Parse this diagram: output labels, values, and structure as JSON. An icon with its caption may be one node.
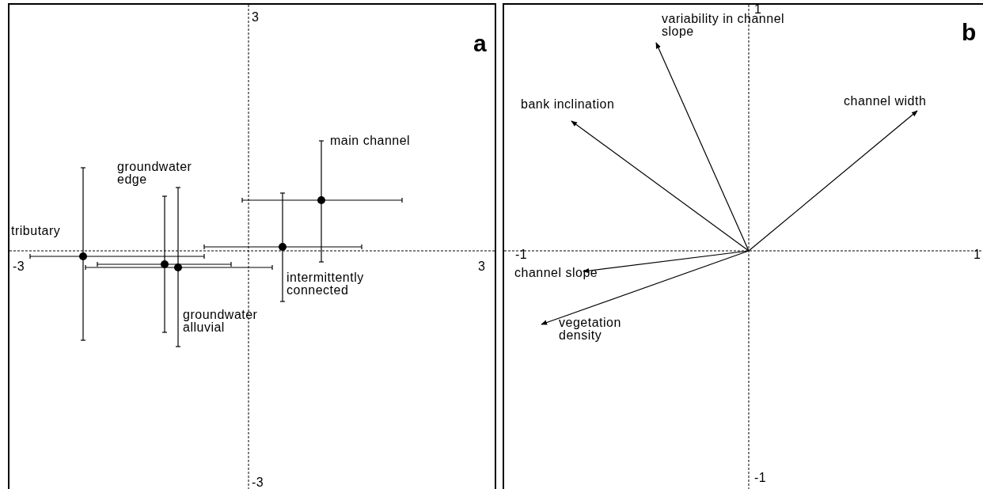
{
  "diagram": {
    "nodes": [
      {
        "text": [
          "a"
        ]
      },
      {
        "text": [
          "b"
        ]
      }
    ],
    "labels": [
      "3",
      "main channel",
      "groundwater edge",
      "tributary",
      "-3",
      "3",
      "intermittently connected",
      "groundwater alluvial",
      "-3",
      "1",
      "variability in channel slope",
      "bank inclination",
      "channel width",
      "-1",
      "1",
      "channel slope",
      "vegetation density",
      "-1"
    ]
  }
}
